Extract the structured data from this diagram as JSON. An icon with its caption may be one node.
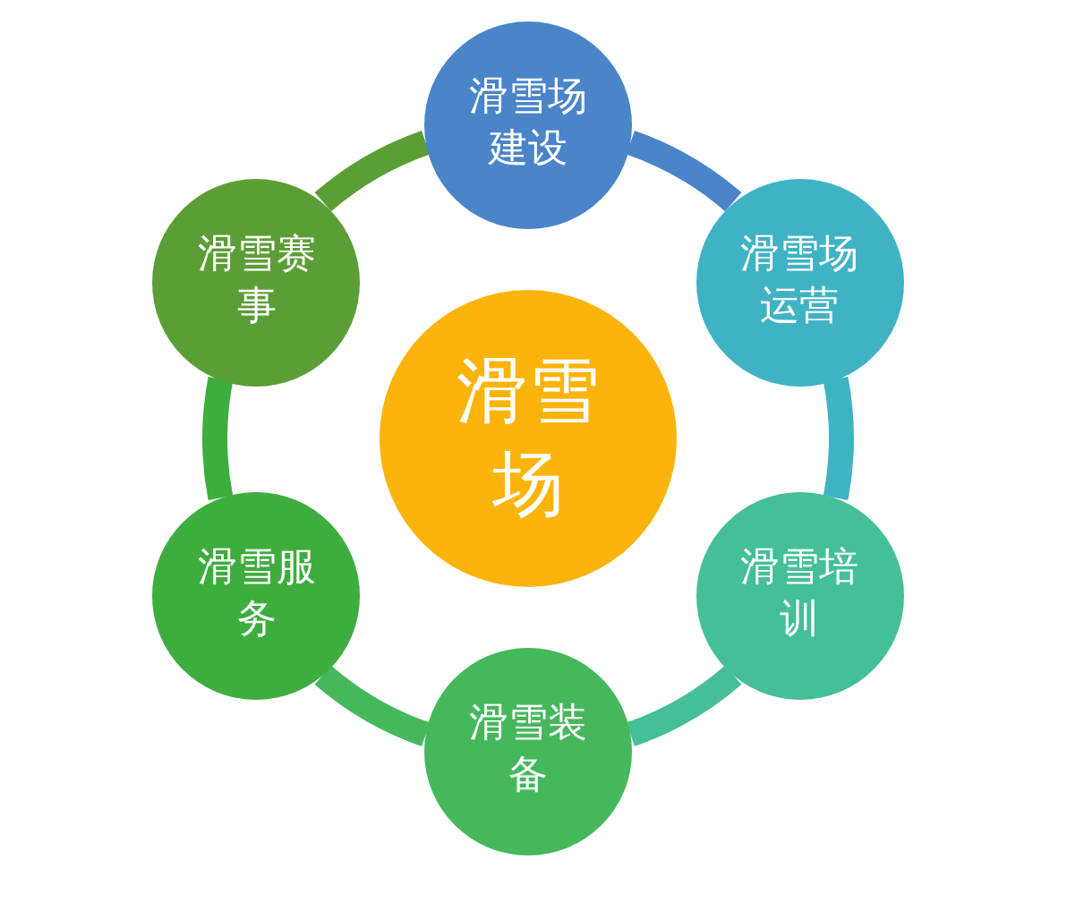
{
  "diagram": {
    "nodes": [
      {
        "text": [
          "滑雪场"
        ]
      },
      {
        "text": [
          "滑雪场建设"
        ]
      },
      {
        "text": [
          "滑雪场运营"
        ]
      },
      {
        "text": [
          "滑雪培训"
        ]
      },
      {
        "text": [
          "滑雪装备"
        ]
      },
      {
        "text": [
          "滑雪服务"
        ]
      },
      {
        "text": [
          "滑雪赛事"
        ]
      }
    ],
    "edges": [
      {
        "from": 1,
        "to": 2,
        "arrow": "none",
        "color": "#4a84c9"
      },
      {
        "from": 2,
        "to": 3,
        "arrow": "none",
        "color": "#3fb3c4"
      },
      {
        "from": 3,
        "to": 4,
        "arrow": "none",
        "color": "#44bf98"
      },
      {
        "from": 4,
        "to": 5,
        "arrow": "none",
        "color": "#45b85c"
      },
      {
        "from": 5,
        "to": 6,
        "arrow": "none",
        "color": "#3dad3d"
      },
      {
        "from": 6,
        "to": 1,
        "arrow": "none",
        "color": "#5c9e36"
      }
    ]
  }
}
